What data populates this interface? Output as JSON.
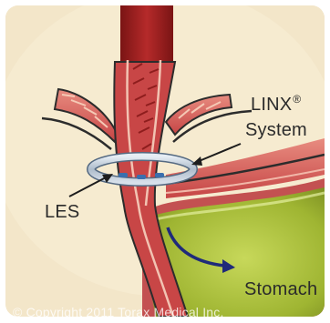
{
  "labels": {
    "linx": "LINX",
    "linx_mark": "®",
    "system": "System",
    "les": "LES",
    "stomach": "Stomach"
  },
  "copyright": "© Copyright 2011 Torax Medical Inc.",
  "colors": {
    "background": "#f3e6c9",
    "esophagus": "#9b1f1f",
    "tissue": "#c94b4b",
    "stomach_fill": "#a9c23a",
    "linx_ring": "#b9c7d6",
    "arrow_blue": "#1f2a7a"
  }
}
